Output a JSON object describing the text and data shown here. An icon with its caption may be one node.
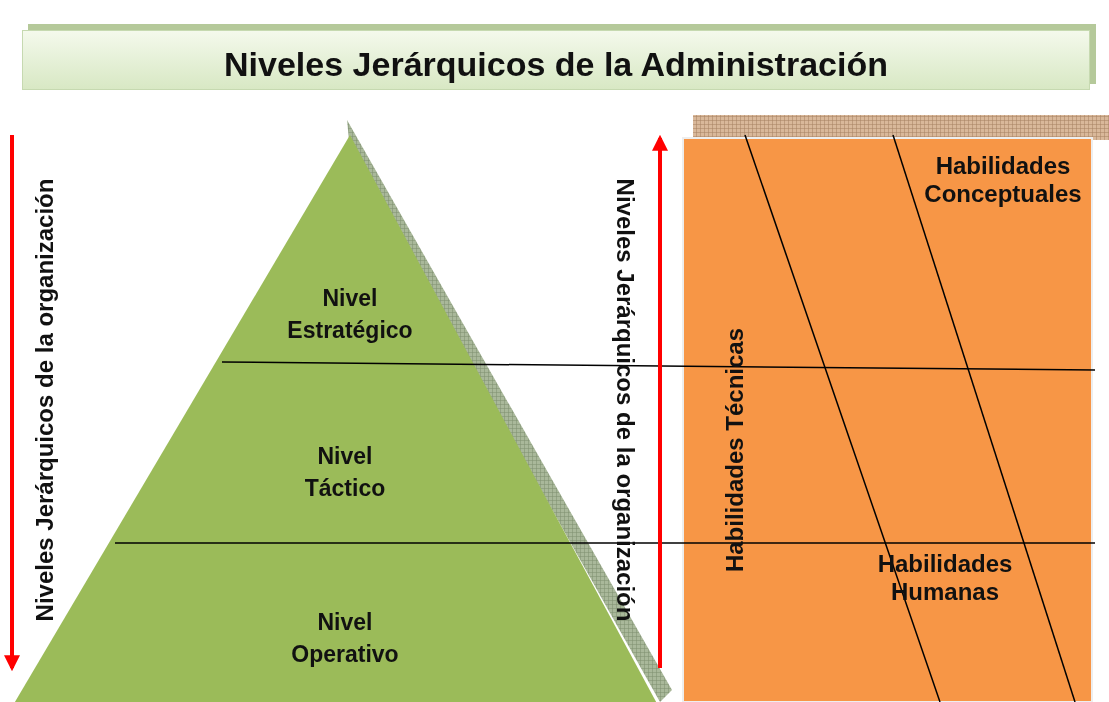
{
  "diagram": {
    "title": "Niveles Jerárquicos de la Administración",
    "nodes": [
      {
        "text": [
          "Nivel Estratégico"
        ]
      },
      {
        "text": [
          "Nivel Táctico"
        ]
      },
      {
        "text": [
          "Nivel Operativo"
        ]
      }
    ],
    "labels": [
      "Niveles Jerárquicos de la organización",
      "Niveles Jerárquicos de la organización",
      "Habilidades Técnicas",
      "Habilidades Conceptuales",
      "Habilidades Humanas"
    ]
  }
}
